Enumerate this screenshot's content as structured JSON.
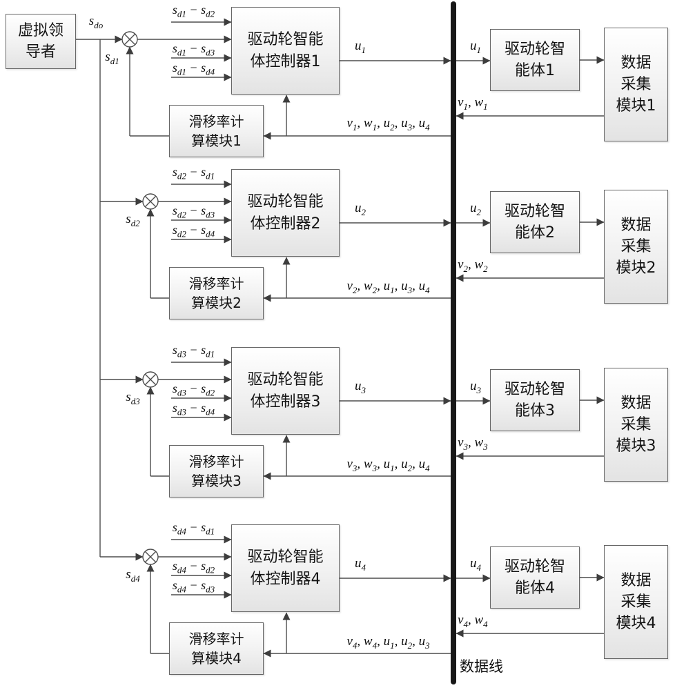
{
  "diagram": {
    "leader_label": "虚拟领\n导者",
    "s_do": "s_{do}",
    "bus_label": "数据线",
    "channels": [
      {
        "controller": "驱动轮智能\n体控制器1",
        "slip_module": "滑移率计\n算模块1",
        "agent": "驱动轮智\n能体1",
        "daq": "数据\n采集\n模块1",
        "sum_feedback": "s_{d1}",
        "diffs": [
          "s_{d1} − s_{d2}",
          "s_{d1} − s_{d3}",
          "s_{d1} − s_{d4}"
        ],
        "u": "u_{1}",
        "vw": "v_{1}, w_{1}",
        "feedback": "v_{1}, w_{1}, u_{2}, u_{3}, u_{4}"
      },
      {
        "controller": "驱动轮智能\n体控制器2",
        "slip_module": "滑移率计\n算模块2",
        "agent": "驱动轮智\n能体2",
        "daq": "数据\n采集\n模块2",
        "sum_feedback": "s_{d2}",
        "diffs": [
          "s_{d2} − s_{d1}",
          "s_{d2} − s_{d3}",
          "s_{d2} − s_{d4}"
        ],
        "u": "u_{2}",
        "vw": "v_{2}, w_{2}",
        "feedback": "v_{2}, w_{2}, u_{1}, u_{3}, u_{4}"
      },
      {
        "controller": "驱动轮智能\n体控制器3",
        "slip_module": "滑移率计\n算模块3",
        "agent": "驱动轮智\n能体3",
        "daq": "数据\n采集\n模块3",
        "sum_feedback": "s_{d3}",
        "diffs": [
          "s_{d3} − s_{d1}",
          "s_{d3} − s_{d2}",
          "s_{d3} − s_{d4}"
        ],
        "u": "u_{3}",
        "vw": "v_{3}, w_{3}",
        "feedback": "v_{3}, w_{3}, u_{1}, u_{2}, u_{4}"
      },
      {
        "controller": "驱动轮智能\n体控制器4",
        "slip_module": "滑移率计\n算模块4",
        "agent": "驱动轮智\n能体4",
        "daq": "数据\n采集\n模块4",
        "sum_feedback": "s_{d4}",
        "diffs": [
          "s_{d4} − s_{d1}",
          "s_{d4} − s_{d2}",
          "s_{d4} − s_{d3}"
        ],
        "u": "u_{4}",
        "vw": "v_{4}, w_{4}",
        "feedback": "v_{4}, w_{4}, u_{1}, u_{2}, u_{3}"
      }
    ]
  }
}
